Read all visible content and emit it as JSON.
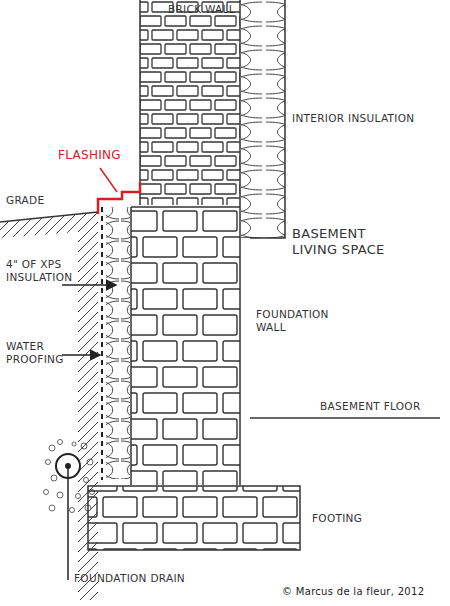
{
  "diagram": {
    "labels": [
      "BRICK WALL",
      "INTERIOR INSULATION",
      "FLASHING",
      "GRADE",
      "4\" OF XPS INSULATION",
      "WATER PROOFING",
      "BASEMENT LIVING SPACE",
      "FOUNDATION WALL",
      "BASEMENT FLOOR",
      "FOOTING",
      "FOUNDATION DRAIN",
      "© Marcus de la fleur, 2012"
    ]
  }
}
